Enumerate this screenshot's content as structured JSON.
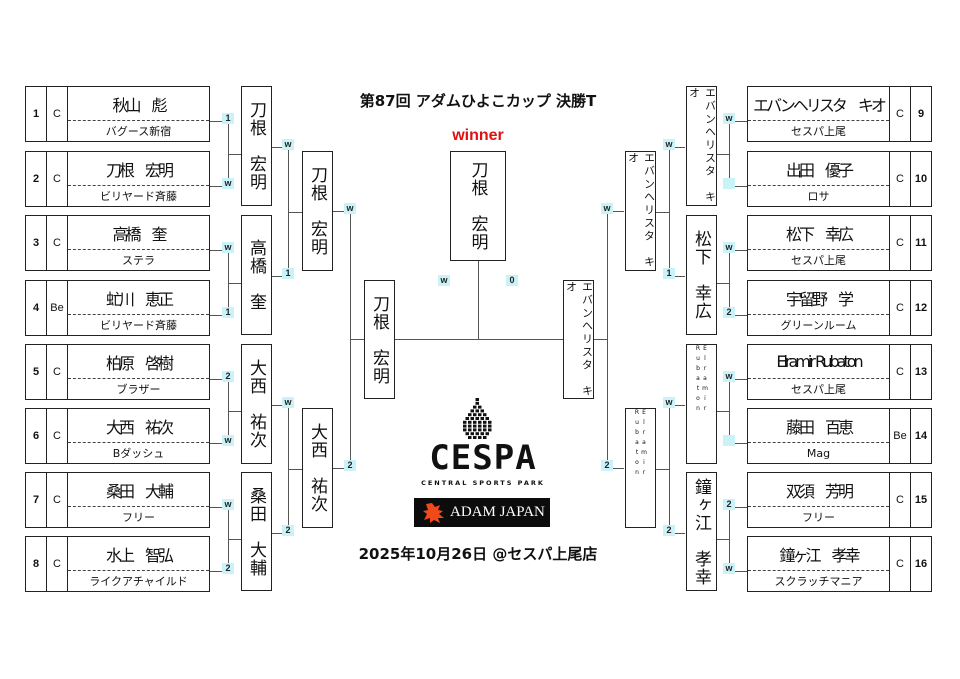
{
  "title": "第87回 アダムひよこカップ 決勝T",
  "winner_label": "winner",
  "date_venue": "2025年10月26日 @セスパ上尾店",
  "logos": {
    "cespa": "CESPA",
    "cespa_sub": "CENTRAL SPORTS PARK",
    "adam": "ADAM JAPAN"
  },
  "colors": {
    "score_bg": "#c9f3f8",
    "winner_text": "#e01010",
    "line": "#555555"
  },
  "final": {
    "champion": "刀根　宏明",
    "left_score": "w",
    "right_score": "0"
  },
  "left": {
    "players": [
      {
        "seed": "1",
        "cls": "C",
        "name": "秋山　彪",
        "team": "バグース新宿",
        "score": "1"
      },
      {
        "seed": "2",
        "cls": "C",
        "name": "刀根　宏明",
        "team": "ビリヤード斉藤",
        "score": "w"
      },
      {
        "seed": "3",
        "cls": "C",
        "name": "高橋　奎",
        "team": "ステラ",
        "score": "w"
      },
      {
        "seed": "4",
        "cls": "Be",
        "name": "虻川　恵正",
        "team": "ビリヤード斉藤",
        "score": "1"
      },
      {
        "seed": "5",
        "cls": "C",
        "name": "柏原　啓樹",
        "team": "ブラザー",
        "score": "2"
      },
      {
        "seed": "6",
        "cls": "C",
        "name": "大西　祐次",
        "team": "Bダッシュ",
        "score": "w"
      },
      {
        "seed": "7",
        "cls": "C",
        "name": "桑田　大輔",
        "team": "フリー",
        "score": "w"
      },
      {
        "seed": "8",
        "cls": "C",
        "name": "水上　智弘",
        "team": "ライクアチャイルド",
        "score": "2"
      }
    ],
    "r1": [
      {
        "name": "刀根　宏明",
        "score": "w"
      },
      {
        "name": "高橋　奎",
        "score": "1"
      },
      {
        "name": "大西　祐次",
        "score": "w"
      },
      {
        "name": "桑田　大輔",
        "score": "2"
      }
    ],
    "r2": [
      {
        "name": "刀根　宏明",
        "score": "w"
      },
      {
        "name": "大西　祐次",
        "score": "2"
      }
    ],
    "semi": {
      "name": "刀根　宏明"
    }
  },
  "right": {
    "players": [
      {
        "seed": "9",
        "cls": "C",
        "name": "エバンヘリスタ　キオ",
        "team": "セスパ上尾",
        "score": "w"
      },
      {
        "seed": "10",
        "cls": "C",
        "name": "出田　優子",
        "team": "ロサ",
        "score": ""
      },
      {
        "seed": "11",
        "cls": "C",
        "name": "松下　幸広",
        "team": "セスパ上尾",
        "score": "w"
      },
      {
        "seed": "12",
        "cls": "C",
        "name": "宇留野　学",
        "team": "グリーンルーム",
        "score": "2"
      },
      {
        "seed": "13",
        "cls": "C",
        "name": "Elramir Rubaton",
        "team": "セスパ上尾",
        "score": "w"
      },
      {
        "seed": "14",
        "cls": "Be",
        "name": "藤田　百恵",
        "team": "Mag",
        "score": ""
      },
      {
        "seed": "15",
        "cls": "C",
        "name": "双須　芳明",
        "team": "フリー",
        "score": "2"
      },
      {
        "seed": "16",
        "cls": "C",
        "name": "鐘ヶ江　孝幸",
        "team": "スクラッチマニア",
        "score": "w"
      }
    ],
    "r1": [
      {
        "name": "エバンヘリスタ　キオ",
        "score": "w"
      },
      {
        "name": "松下　幸広",
        "score": "1"
      },
      {
        "name": "Elramir Rubaton",
        "score": "w"
      },
      {
        "name": "鐘ヶ江　孝幸",
        "score": "2"
      }
    ],
    "r2": [
      {
        "name": "エバンヘリスタ　キオ",
        "score": "w"
      },
      {
        "name": "Elramir Rubaton",
        "score": "2"
      }
    ],
    "semi": {
      "name": "エバンヘリスタ　キオ"
    }
  }
}
